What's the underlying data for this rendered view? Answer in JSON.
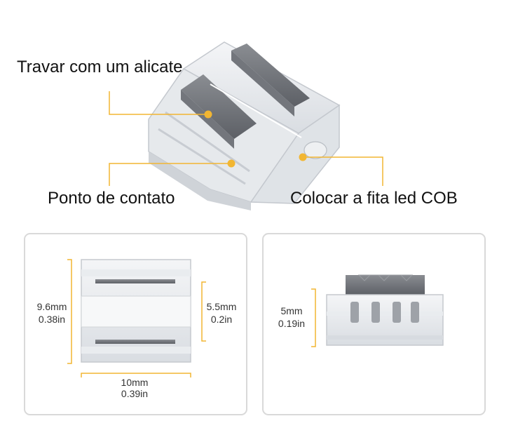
{
  "callouts": {
    "lock": "Travar com um alicate",
    "contact": "Ponto de contato",
    "insert": "Colocar a fita led COB"
  },
  "top_view": {
    "height_mm": "9.6mm",
    "height_in": "0.38in",
    "inner_mm": "5.5mm",
    "inner_in": "0.2in",
    "width_mm": "10mm",
    "width_in": "0.39in"
  },
  "side_view": {
    "height_mm": "5mm",
    "height_in": "0.19in"
  },
  "colors": {
    "accent": "#f2b632",
    "frame": "#d9d9d9"
  }
}
